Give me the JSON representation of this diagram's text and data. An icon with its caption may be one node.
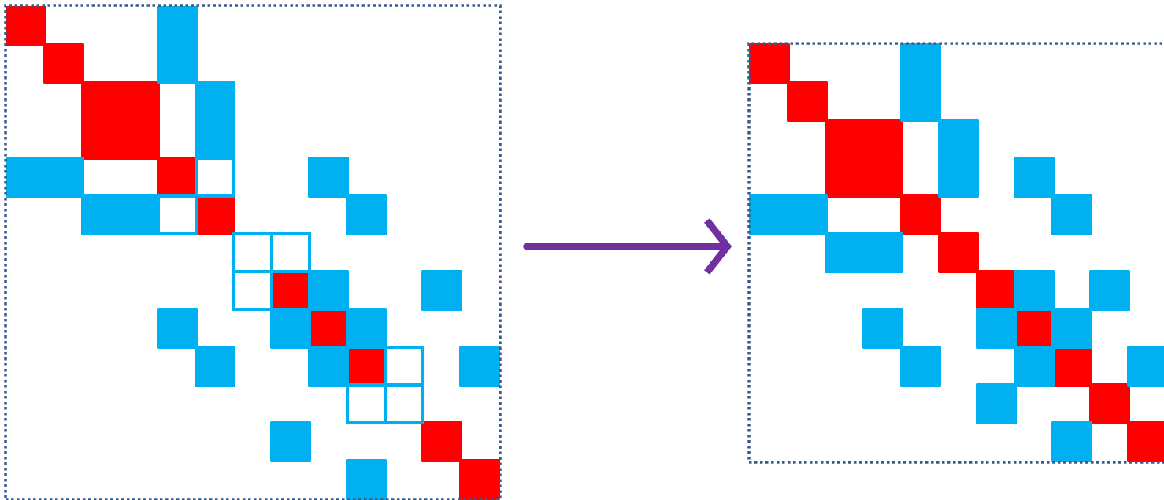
{
  "diagram": {
    "nodes": [
      {
        "text": [],
        "shape": "box"
      },
      {
        "text": [],
        "shape": "box"
      }
    ],
    "edges": [
      {
        "from": 0,
        "to": 1,
        "arrow": "to",
        "color": "#7030a0"
      }
    ]
  }
}
